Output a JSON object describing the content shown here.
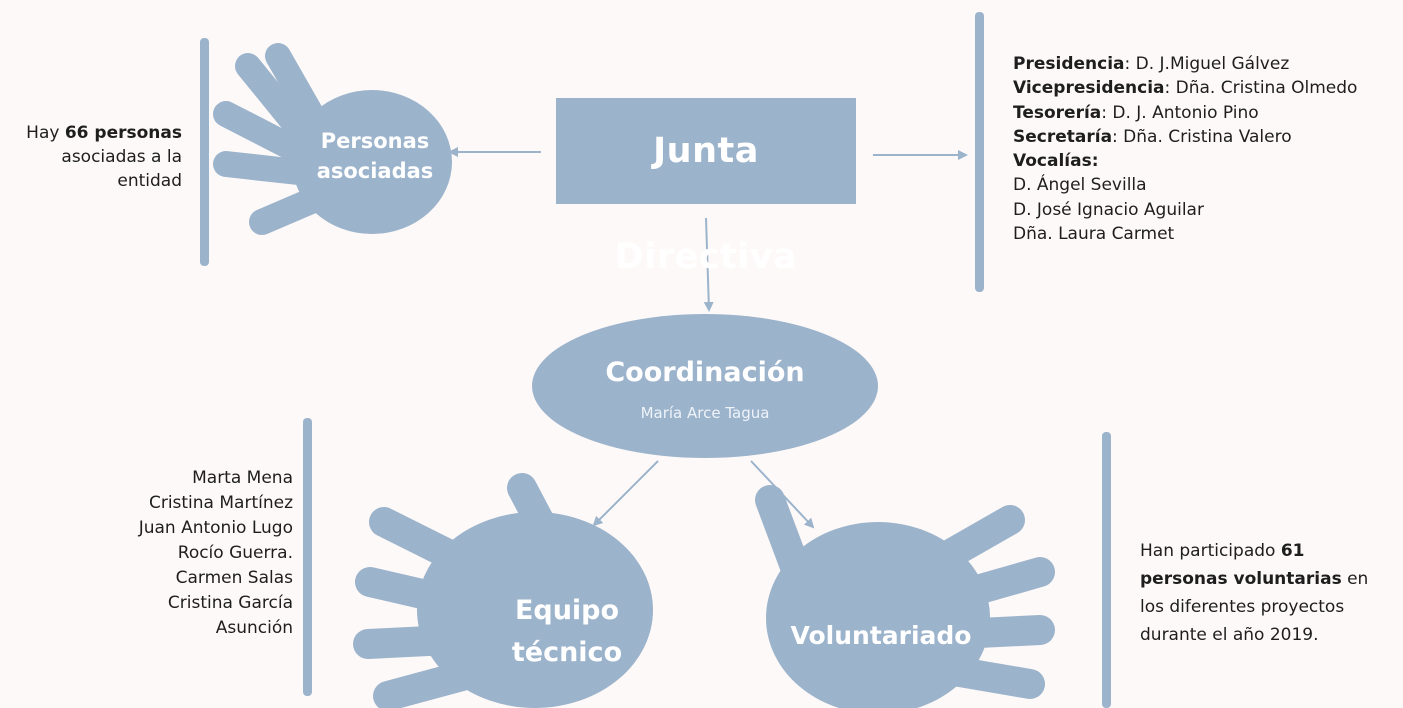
{
  "colors": {
    "accent": "#9cb3cc",
    "background": "#fdf9f8",
    "text": "#1e1e1e",
    "label": "#ffffff"
  },
  "center": {
    "title": "Junta Directiva"
  },
  "asociados": {
    "hand_label_1": "Personas",
    "hand_label_2": "asociadas",
    "note_pre": "Hay",
    "note_bold": "66 personas",
    "note_line2": "asociadas a la",
    "note_line3": "entidad"
  },
  "junta": {
    "roles": [
      {
        "role": "Presidencia",
        "name": ": D. J.Miguel Gálvez"
      },
      {
        "role": "Vicepresidencia",
        "name": ": Dña. Cristina Olmedo"
      },
      {
        "role": "Tesorería",
        "name": ": D. J. Antonio Pino"
      },
      {
        "role": "Secretaría",
        "name": ": Dña. Cristina Valero"
      }
    ],
    "vocalias_label": "Vocalías:",
    "vocales": [
      "D. Ángel Sevilla",
      "D. José Ignacio Aguilar",
      "Dña. Laura Carmet"
    ]
  },
  "coordinacion": {
    "title": "Coordinación",
    "name": "María Arce Tagua"
  },
  "equipo": {
    "label_1": "Equipo",
    "label_2": "técnico",
    "members": [
      "Marta Mena",
      "Cristina Martínez",
      "Juan Antonio Lugo",
      "Rocío Guerra.",
      "Carmen Salas",
      "Cristina García",
      "Asunción"
    ]
  },
  "voluntariado": {
    "label": "Voluntariado",
    "note_line1_pre": "Han participado",
    "note_line1_bold": "61",
    "note_line2_bold": "personas voluntarias",
    "note_line2_post": " en",
    "note_line3": "los diferentes proyectos",
    "note_line4": "durante el año 2019."
  }
}
